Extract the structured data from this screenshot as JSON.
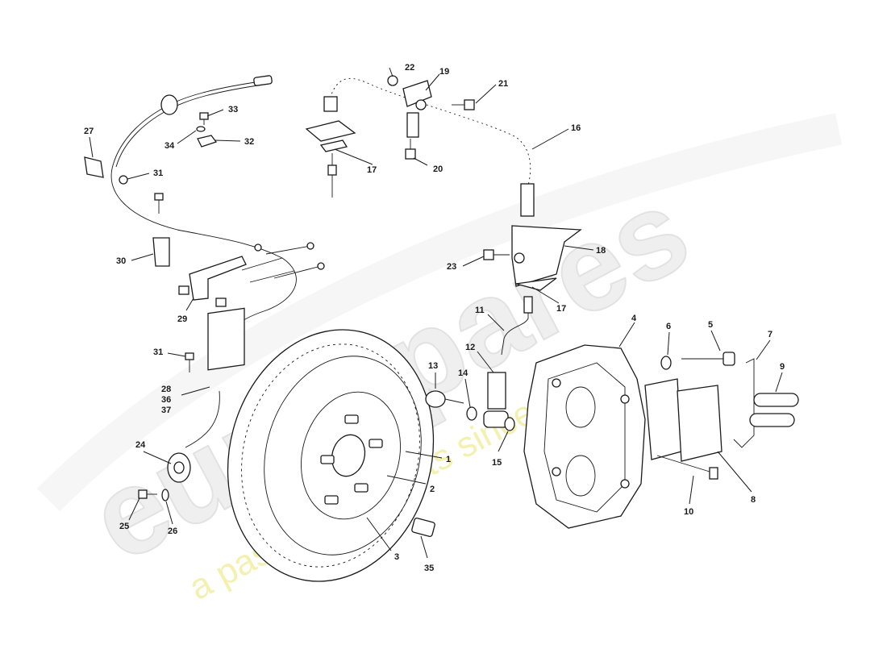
{
  "watermark": {
    "logo": "eurospares",
    "tagline": "a passion for parts since 1985",
    "logo_color": "#efefef",
    "tagline_color": "#f3f0b0"
  },
  "labels": [
    "1",
    "2",
    "3",
    "4",
    "5",
    "6",
    "7",
    "8",
    "9",
    "10",
    "11",
    "12",
    "13",
    "14",
    "15",
    "16",
    "17",
    "17",
    "18",
    "19",
    "20",
    "21",
    "22",
    "23",
    "24",
    "25",
    "26",
    "27",
    "28",
    "29",
    "30",
    "31",
    "31",
    "32",
    "33",
    "34",
    "35",
    "36",
    "37"
  ]
}
